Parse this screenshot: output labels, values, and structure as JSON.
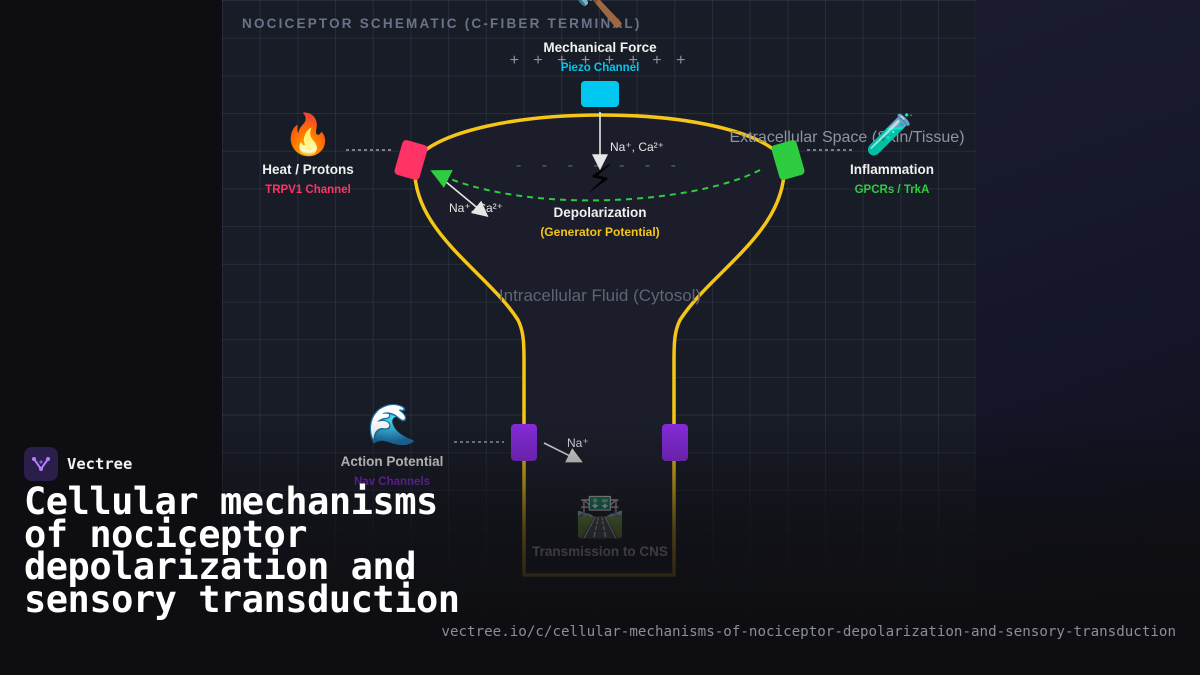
{
  "schematic": {
    "title": "NOCICEPTOR SCHEMATIC (C-FIBER TERMINAL)",
    "extracellular_label": "Extracellular Space (Skin/Tissue)",
    "intracellular_label": "Intracellular Fluid (Cytosol)",
    "membrane_charge_plus": "+ + + + + + + +",
    "membrane_charge_minus": "- - - - - - -",
    "stimuli": {
      "mechanical": {
        "icon": "hammer-icon",
        "glyph": "🔨",
        "title": "Mechanical Force",
        "channel": "Piezo Channel",
        "color": "#00c8f0"
      },
      "heat": {
        "icon": "fire-icon",
        "glyph": "🔥",
        "title": "Heat / Protons",
        "channel": "TRPV1 Channel",
        "color": "#ff3366"
      },
      "inflammation": {
        "icon": "test-tube-icon",
        "glyph": "🧪",
        "title": "Inflammation",
        "channel": "GPCRs / TrkA",
        "color": "#2ecc40"
      },
      "action_potential": {
        "icon": "wave-icon",
        "glyph": "🌊",
        "title": "Action Potential",
        "channel": "Nav Channels",
        "color": "#8a2be2"
      }
    },
    "ion_labels": {
      "piezo": "Na⁺, Ca²⁺",
      "trpv1": "Na⁺, Ca²⁺",
      "nav": "Na⁺"
    },
    "depolarization": {
      "icon": "lightning-icon",
      "glyph": "⚡",
      "title": "Depolarization",
      "subtitle": "(Generator Potential)"
    },
    "transmission": {
      "icon": "road-icon",
      "glyph": "🛣️",
      "label": "Transmission to CNS"
    },
    "colors": {
      "membrane": "#f5c518",
      "panel_bg": "#181c26",
      "modulation_line": "#2ecc40"
    }
  },
  "brand": {
    "name": "Vectree",
    "logo_icon": "vectree-logo-icon"
  },
  "heading": "Cellular mechanisms of nociceptor depolarization and sensory transduction",
  "url": "vectree.io/c/cellular-mechanisms-of-nociceptor-depolarization-and-sensory-transduction"
}
